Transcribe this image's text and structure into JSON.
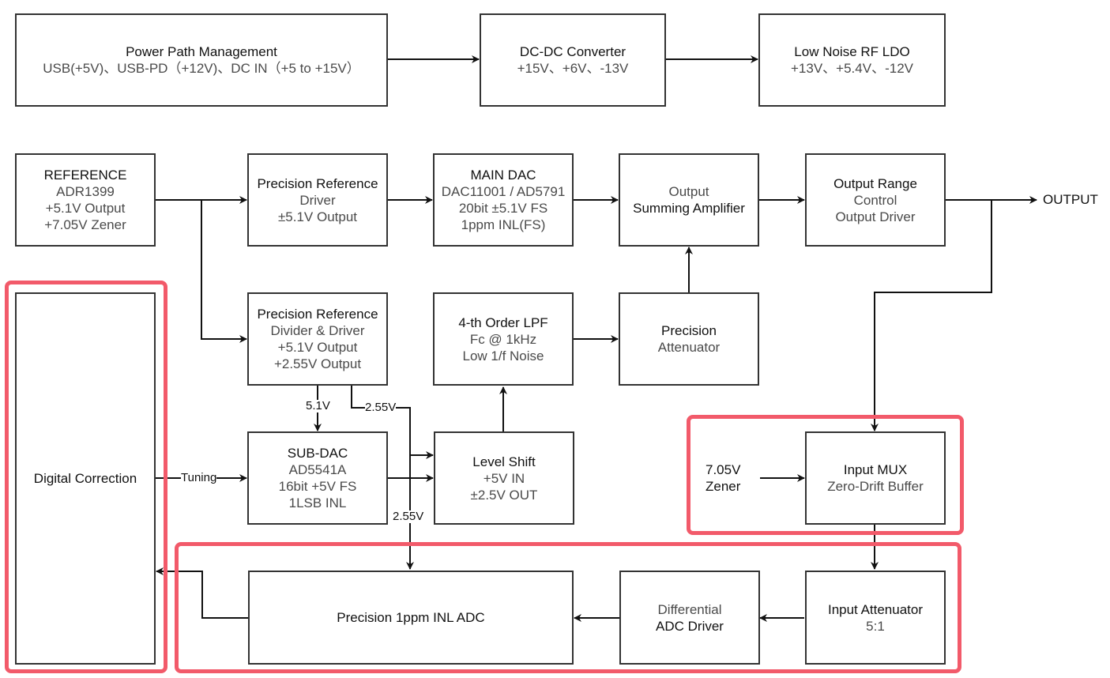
{
  "blocks": {
    "power_path": {
      "title": "Power Path Management",
      "lines": [
        "USB(+5V)、USB-PD（+12V)、DC IN（+5 to +15V）"
      ]
    },
    "dcdc": {
      "title": "DC-DC Converter",
      "lines": [
        "+15V、+6V、-13V"
      ]
    },
    "ldo": {
      "title": "Low Noise RF LDO",
      "lines": [
        "+13V、+5.4V、-12V"
      ]
    },
    "reference": {
      "title": "REFERENCE",
      "lines": [
        "ADR1399",
        "+5.1V Output",
        "+7.05V Zener"
      ]
    },
    "prec_ref_driver": {
      "title": "Precision Reference",
      "lines": [
        "Driver",
        "±5.1V Output"
      ]
    },
    "main_dac": {
      "title": "MAIN DAC",
      "lines": [
        "DAC11001 / AD5791",
        "20bit ±5.1V FS",
        "1ppm INL(FS)"
      ]
    },
    "summing_amp": {
      "pre": "Output",
      "title": "Summing Amplifier"
    },
    "output_range": {
      "title": "Output Range",
      "lines": [
        "Control",
        "Output Driver"
      ]
    },
    "prec_ref_divider": {
      "title": "Precision Reference",
      "lines": [
        "Divider & Driver",
        "+5.1V Output",
        "+2.55V Output"
      ]
    },
    "lpf": {
      "title": "4-th Order LPF",
      "lines": [
        "Fc @ 1kHz",
        "Low 1/f Noise"
      ]
    },
    "prec_attenuator": {
      "title": "Precision",
      "lines": [
        "Attenuator"
      ]
    },
    "digital_correction": {
      "title": "Digital Correction"
    },
    "sub_dac": {
      "title": "SUB-DAC",
      "lines": [
        "AD5541A",
        "16bit +5V FS",
        "1LSB INL"
      ]
    },
    "level_shift": {
      "title": "Level Shift",
      "lines": [
        "+5V IN",
        "±2.5V OUT"
      ]
    },
    "input_mux": {
      "title": "Input MUX",
      "lines": [
        "Zero-Drift Buffer"
      ]
    },
    "adc": {
      "title": "Precision 1ppm INL ADC"
    },
    "adc_driver": {
      "pre": "Differential",
      "title": "ADC Driver"
    },
    "input_attenuator": {
      "title": "Input Attenuator",
      "lines": [
        "5:1"
      ]
    }
  },
  "external_labels": {
    "output": "OUTPUT",
    "zener_line1": "7.05V",
    "zener_line2": "Zener"
  },
  "wire_labels": {
    "v51": "5.1V",
    "v255_top": "2.55V",
    "v255_bottom": "2.55V",
    "tuning": "Tuning"
  },
  "colors": {
    "highlight": "#f25a6a",
    "block_border": "#333333",
    "wire": "#111111"
  }
}
